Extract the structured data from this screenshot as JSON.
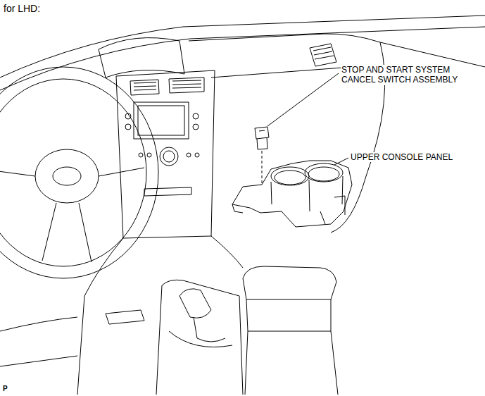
{
  "diagram": {
    "labels": [
      "for LHD:",
      "STOP AND START SYSTEM CANCEL SWITCH ASSEMBLY",
      "UPPER CONSOLE PANEL",
      "P"
    ]
  }
}
